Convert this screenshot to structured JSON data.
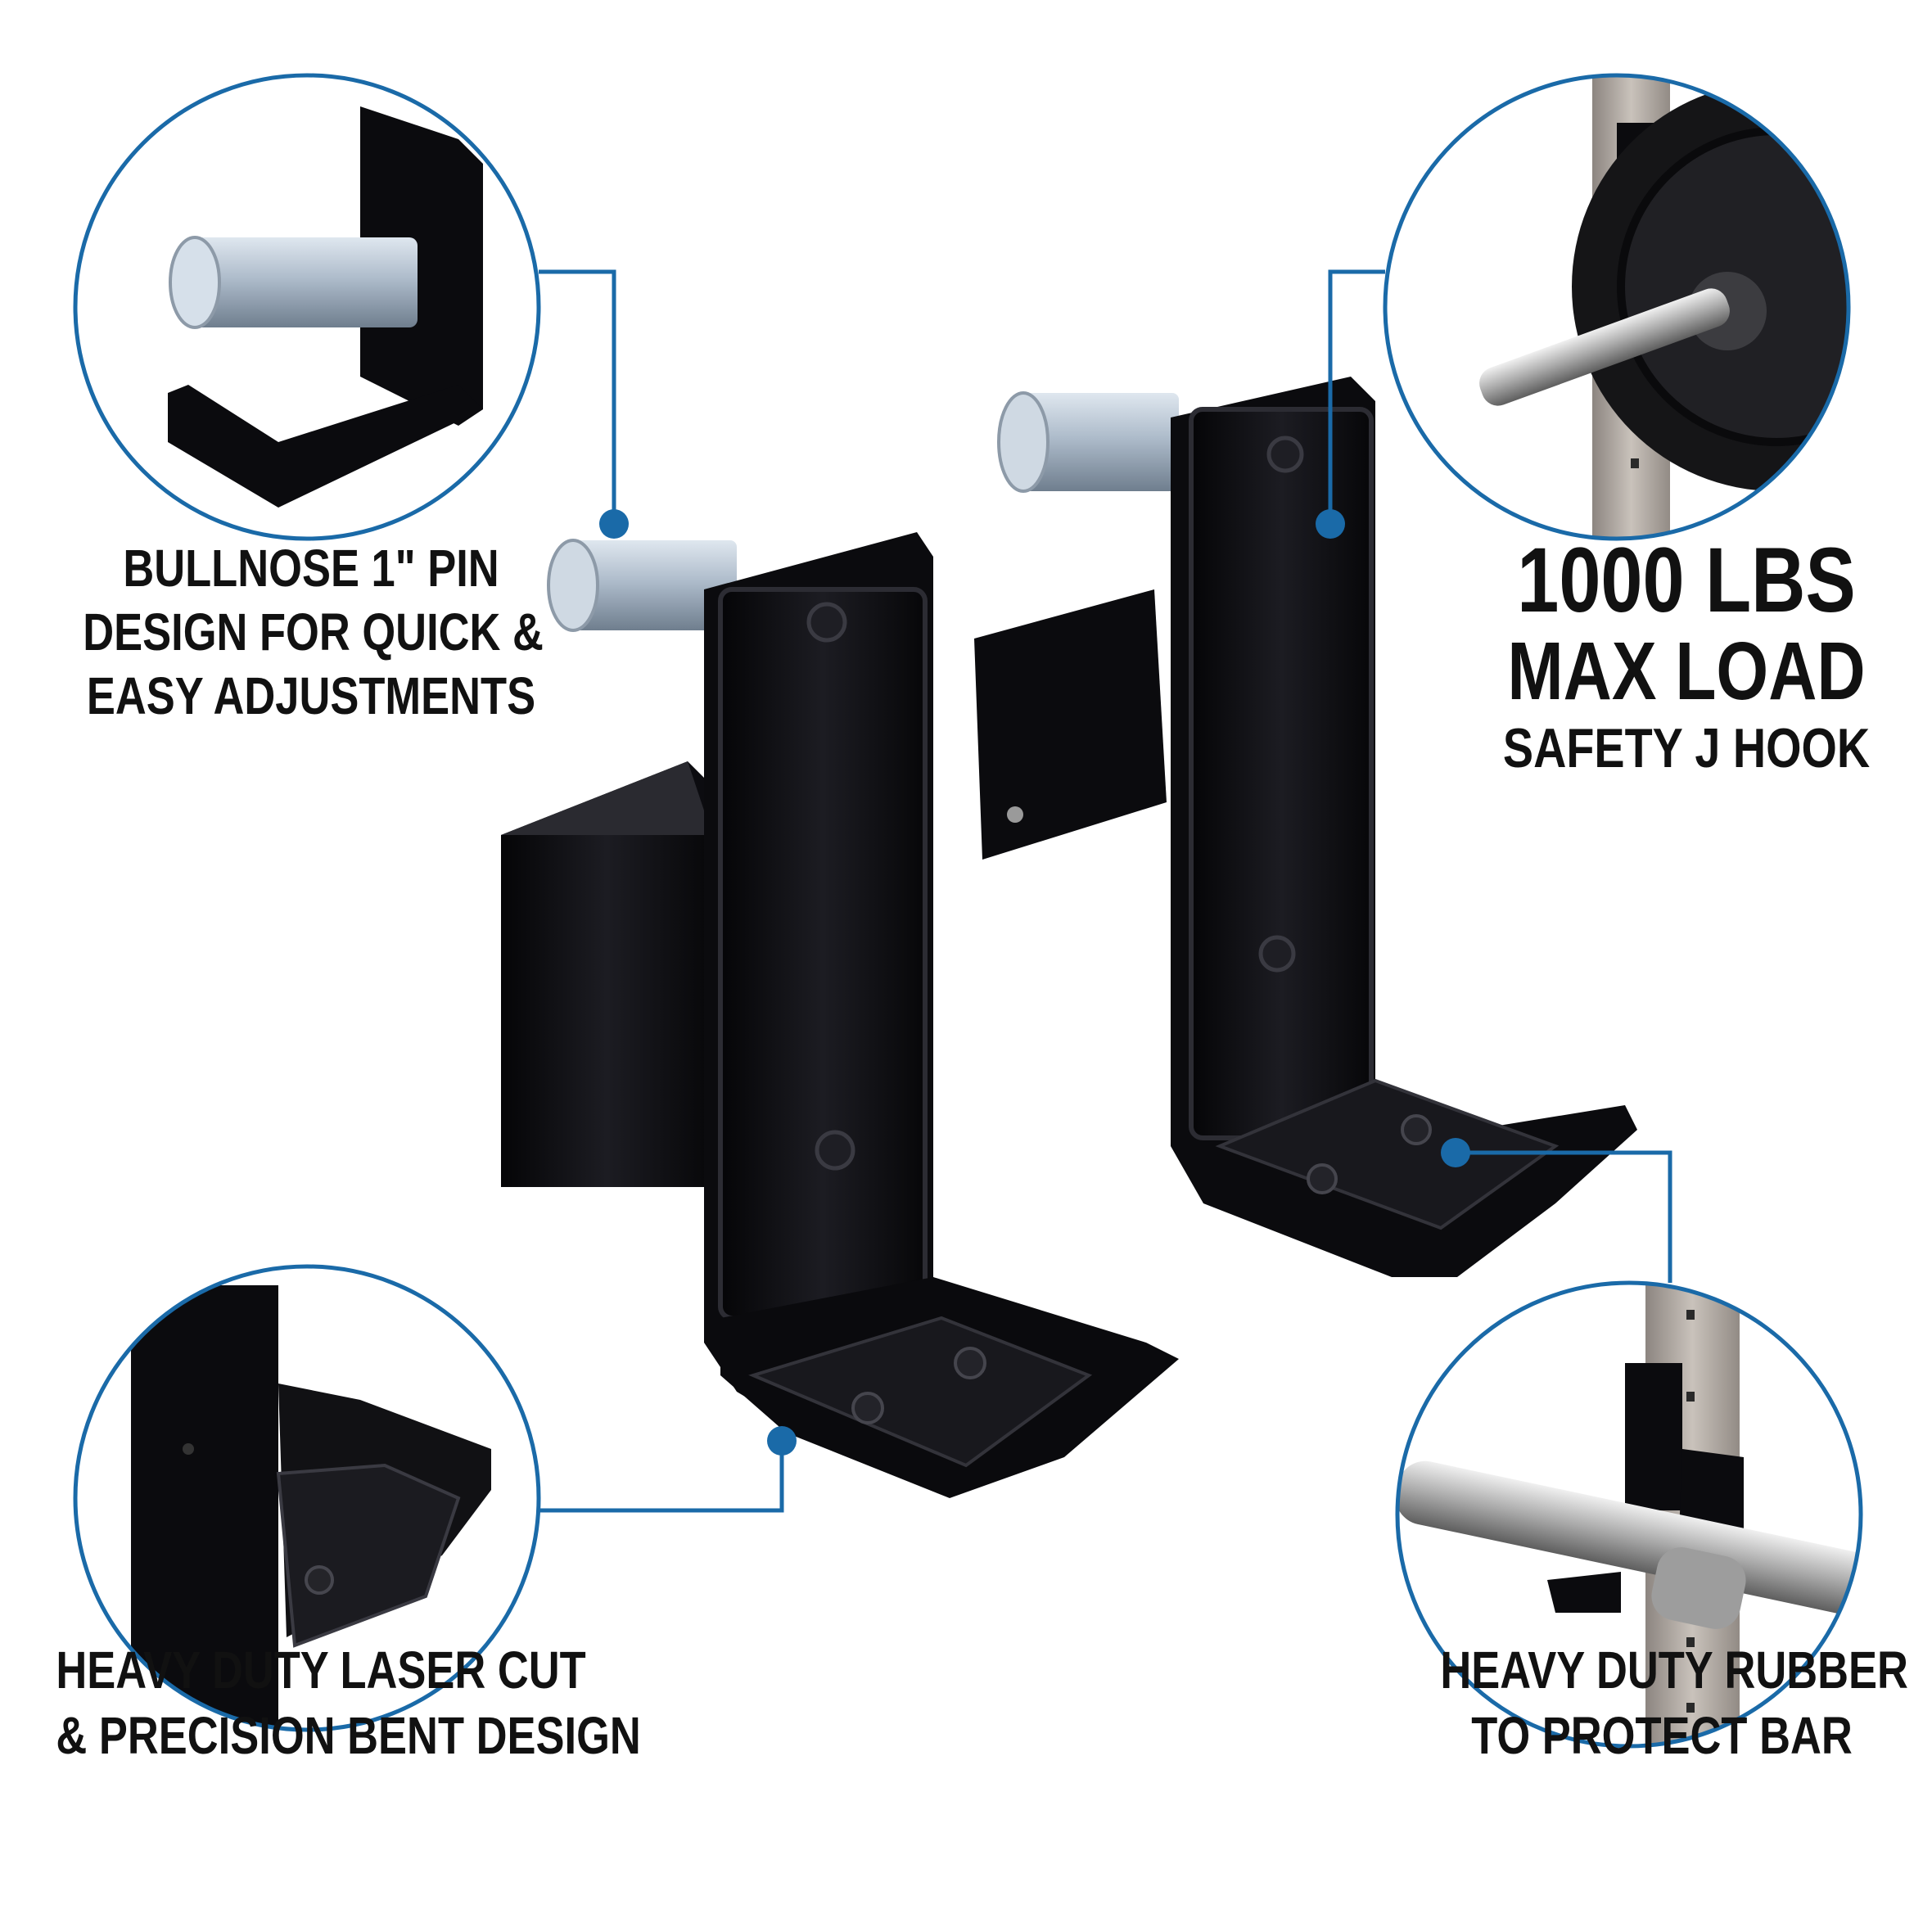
{
  "captions": {
    "bullnose": [
      "BULLNOSE 1\" PIN",
      "DESIGN FOR QUICK &",
      "EASY ADJUSTMENTS"
    ],
    "load_number": "1000",
    "load_unit": "LBS",
    "load_line2": "MAX LOAD",
    "load_line3": "SAFETY J HOOK",
    "laser": [
      "HEAVY DUTY LASER CUT",
      "& PRECISION BENT DESIGN"
    ],
    "rubber": [
      "HEAVY DUTY RUBBER",
      "TO PROTECT BAR"
    ]
  },
  "colors": {
    "accent": "#1a6aa8",
    "steel": "#111114",
    "pin": "#b9c7d6",
    "text": "#111111"
  }
}
